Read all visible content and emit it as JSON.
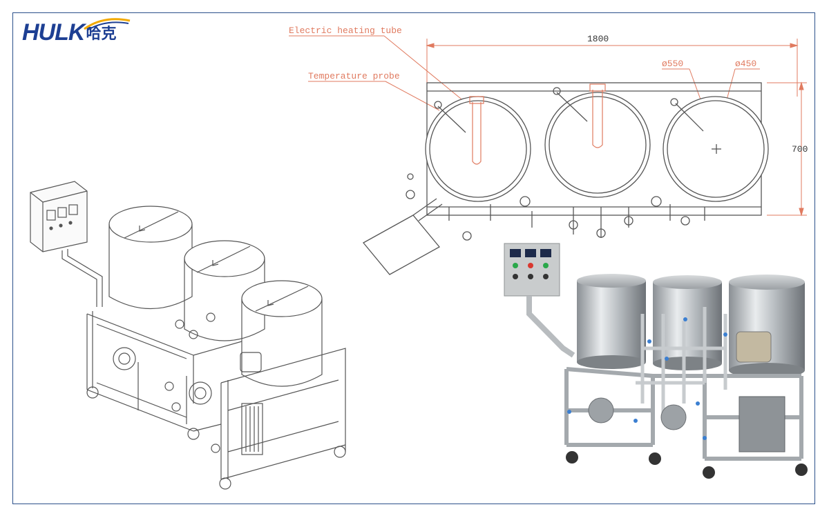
{
  "logo": {
    "latin": "HULK",
    "cjk": "哈克"
  },
  "drawing": {
    "label_heating": "Electric heating tube",
    "label_probe": "Temperature probe",
    "dim_width": "1800",
    "dim_height": "700",
    "dim_d1": "ø550",
    "dim_d2": "ø450"
  },
  "colors": {
    "logo": "#1d3f93",
    "annotation": "#e07a5f",
    "frame": "#2a4f8a"
  }
}
